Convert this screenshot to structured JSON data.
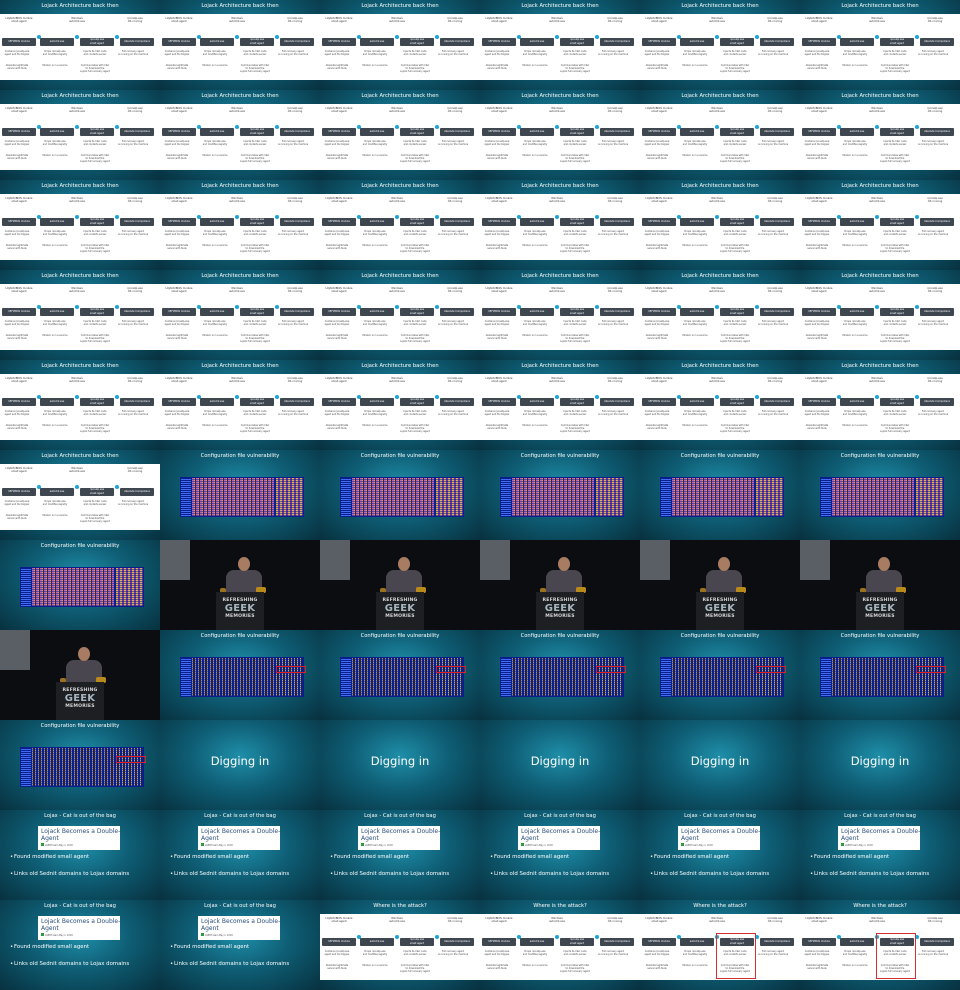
{
  "arch": {
    "title": "Lojack Architecture back then",
    "top_labels": [
      "LOJACK/BIOS module\nsmall agent",
      "Windows\nautochk.exe",
      "rpcnetp.exe\nOS running"
    ],
    "boxes": [
      "UEFI/BIOS module",
      "autochk.exe",
      "rpcnetp.exe\nsmall agent",
      "Absolute Computrace"
    ],
    "notes": [
      "Contains rpcnetp.exe\nagent and its dropper",
      "Drops rpcnetp.exe\nand modifies registry",
      "Injects its C&C code\nand contacts server",
      "Full recovery agent\nis running on the machine",
      "Absolute legitimate\nserver with tools",
      "Modern is in a service",
      "Communicates with C&C\nto download the\nLojack full recovery agent"
    ]
  },
  "config": {
    "title": "Configuration file vulnerability"
  },
  "speaker": {
    "podium_line1": "REFRESHING",
    "podium_line2": "GEEK",
    "podium_line3": "MEMORIES"
  },
  "digging": {
    "title": "Digging in"
  },
  "lojax": {
    "title": "Lojax - Cat is out of the bag",
    "card_heading": "Lojack Becomes a Double-\nAgent",
    "card_meta": "ASERT team   May 1, 2018",
    "bullets": [
      "Found modified small agent",
      "Links old Sednit domains to Lojax domains"
    ]
  },
  "attack": {
    "title": "Where is the attack?"
  },
  "colors": {
    "bg_teal": "#0e5d74",
    "arch_box": "#3e4650",
    "arch_dot": "#1aa6d6",
    "highlight_red": "#d03030",
    "hex_bg": "#0a1f8c"
  }
}
